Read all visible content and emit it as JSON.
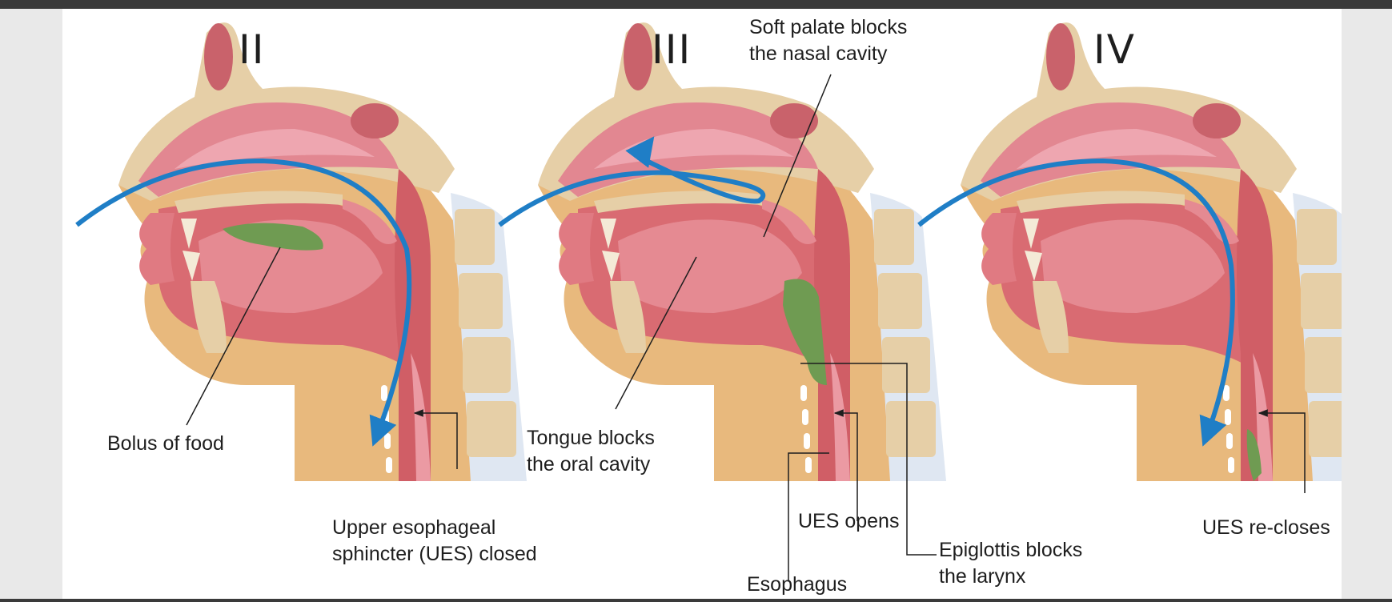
{
  "panels": [
    {
      "numeral": "II"
    },
    {
      "numeral": "III"
    },
    {
      "numeral": "IV"
    }
  ],
  "labels": {
    "bolus": "Bolus of food",
    "ues_closed_1": "Upper esophageal",
    "ues_closed_2": "sphincter (UES) closed",
    "soft_palate_1": "Soft palate blocks",
    "soft_palate_2": "the nasal cavity",
    "tongue_1": "Tongue blocks",
    "tongue_2": "the oral cavity",
    "ues_opens": "UES opens",
    "esophagus": "Esophagus",
    "epiglottis_1": "Epiglottis blocks",
    "epiglottis_2": "the larynx",
    "ues_recloses": "UES re-closes"
  },
  "colors": {
    "bone": "#e6cfa7",
    "tissue": "#d96b72",
    "tissue_light": "#eca0a8",
    "cavity": "#f3b7c2",
    "bolus": "#6f9b52",
    "flow_arrow": "#1f7ec6",
    "spine_gap": "#dfe7f2"
  }
}
